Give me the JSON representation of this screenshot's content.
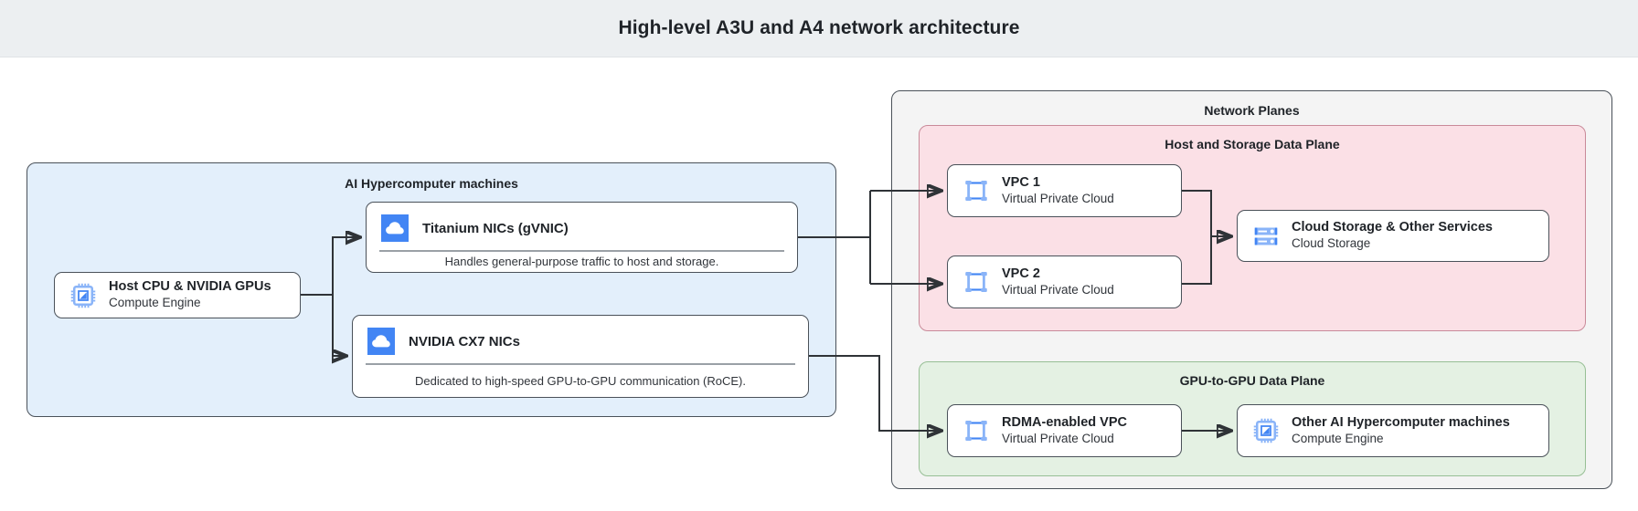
{
  "header": {
    "title": "High-level A3U and A4 network architecture"
  },
  "groups": {
    "ai_machines": {
      "title": "AI Hypercomputer machines"
    },
    "network_planes": {
      "title": "Network Planes"
    },
    "host_storage_plane": {
      "title": "Host and Storage Data Plane"
    },
    "gpu_plane": {
      "title": "GPU-to-GPU Data Plane"
    }
  },
  "nodes": {
    "host_cpu": {
      "title": "Host CPU & NVIDIA GPUs",
      "subtitle": "Compute Engine",
      "icon": "cpu-chip-icon"
    },
    "titanium_nics": {
      "title": "Titanium NICs (gVNIC)",
      "caption": "Handles general-purpose traffic to host and storage.",
      "icon": "cloud-icon"
    },
    "cx7_nics": {
      "title": "NVIDIA CX7 NICs",
      "caption": "Dedicated to high-speed GPU-to-GPU communication (RoCE).",
      "icon": "cloud-icon"
    },
    "vpc1": {
      "title": "VPC 1",
      "subtitle": "Virtual Private Cloud",
      "icon": "vpc-icon"
    },
    "vpc2": {
      "title": "VPC 2",
      "subtitle": "Virtual Private Cloud",
      "icon": "vpc-icon"
    },
    "cloud_storage": {
      "title": "Cloud Storage & Other Services",
      "subtitle": "Cloud Storage",
      "icon": "cloud-storage-icon"
    },
    "rdma_vpc": {
      "title": "RDMA-enabled VPC",
      "subtitle": "Virtual Private Cloud",
      "icon": "vpc-icon"
    },
    "other_machines": {
      "title": "Other AI Hypercomputer machines",
      "subtitle": "Compute Engine",
      "icon": "cpu-chip-icon"
    }
  },
  "colors": {
    "header_bg": "#eceff1",
    "ai_group_bg": "#e3effb",
    "planes_group_bg": "#f4f4f4",
    "host_plane_bg": "#fbe0e6",
    "gpu_plane_bg": "#e4f1e3",
    "icon_blue": "#4285f4",
    "icon_blue_light": "#8ab4f8",
    "stroke": "#4a5159"
  }
}
